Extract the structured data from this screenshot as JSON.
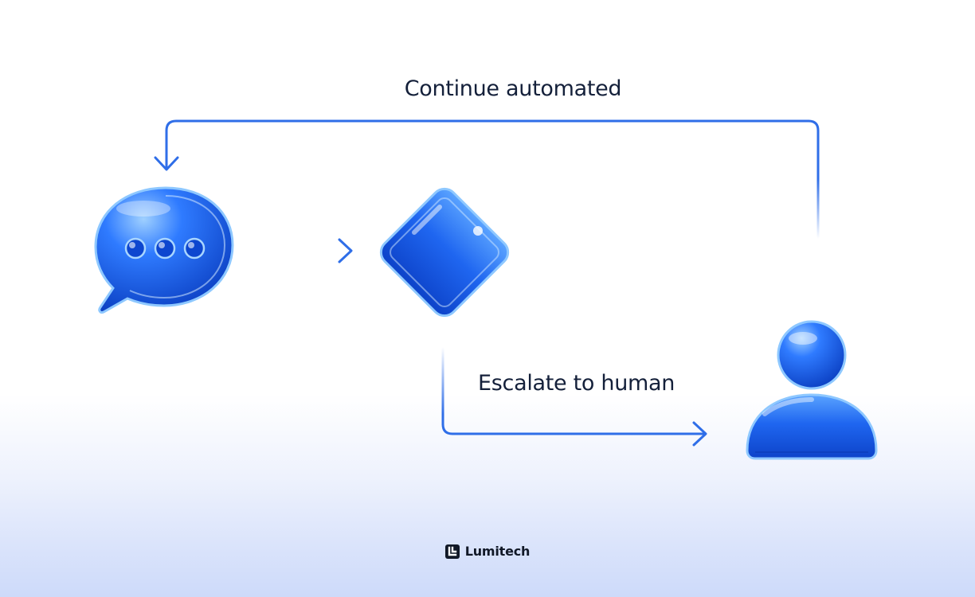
{
  "diagram": {
    "loop_label": "Continue automated",
    "escalate_label": "Escalate to human",
    "nodes": [
      {
        "name": "chat-bubble-icon"
      },
      {
        "name": "decision-diamond-icon"
      },
      {
        "name": "user-icon"
      }
    ],
    "accent_color": "#2f6ee8"
  },
  "brand": {
    "name": "Lumitech"
  }
}
